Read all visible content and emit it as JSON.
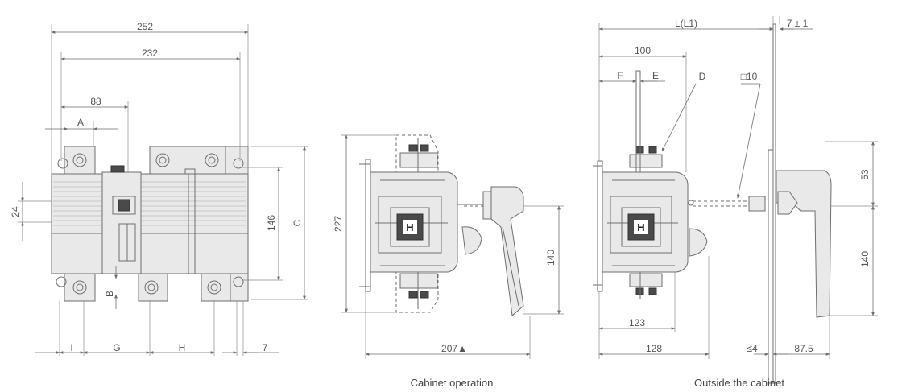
{
  "front_view": {
    "dims": {
      "d252": "252",
      "d232": "232",
      "d88": "88",
      "A": "A",
      "d24": "24",
      "d146": "146",
      "C": "C",
      "B": "B",
      "I": "I",
      "G": "G",
      "H": "H",
      "d7": "7"
    }
  },
  "cabinet_view": {
    "dims": {
      "d227": "227",
      "d140": "140",
      "d207": "207▲"
    },
    "caption": "Cabinet operation"
  },
  "outside_view": {
    "dims": {
      "L": "L(L1)",
      "d7pm1": "7 ± 1",
      "d100": "100",
      "F": "F",
      "E": "E",
      "D": "D",
      "sq10": "□10",
      "d53": "53",
      "d140": "140",
      "d123": "123",
      "d128": "128",
      "le4": "≤4",
      "d87_5": "87.5"
    },
    "caption": "Outside the cabinet"
  }
}
